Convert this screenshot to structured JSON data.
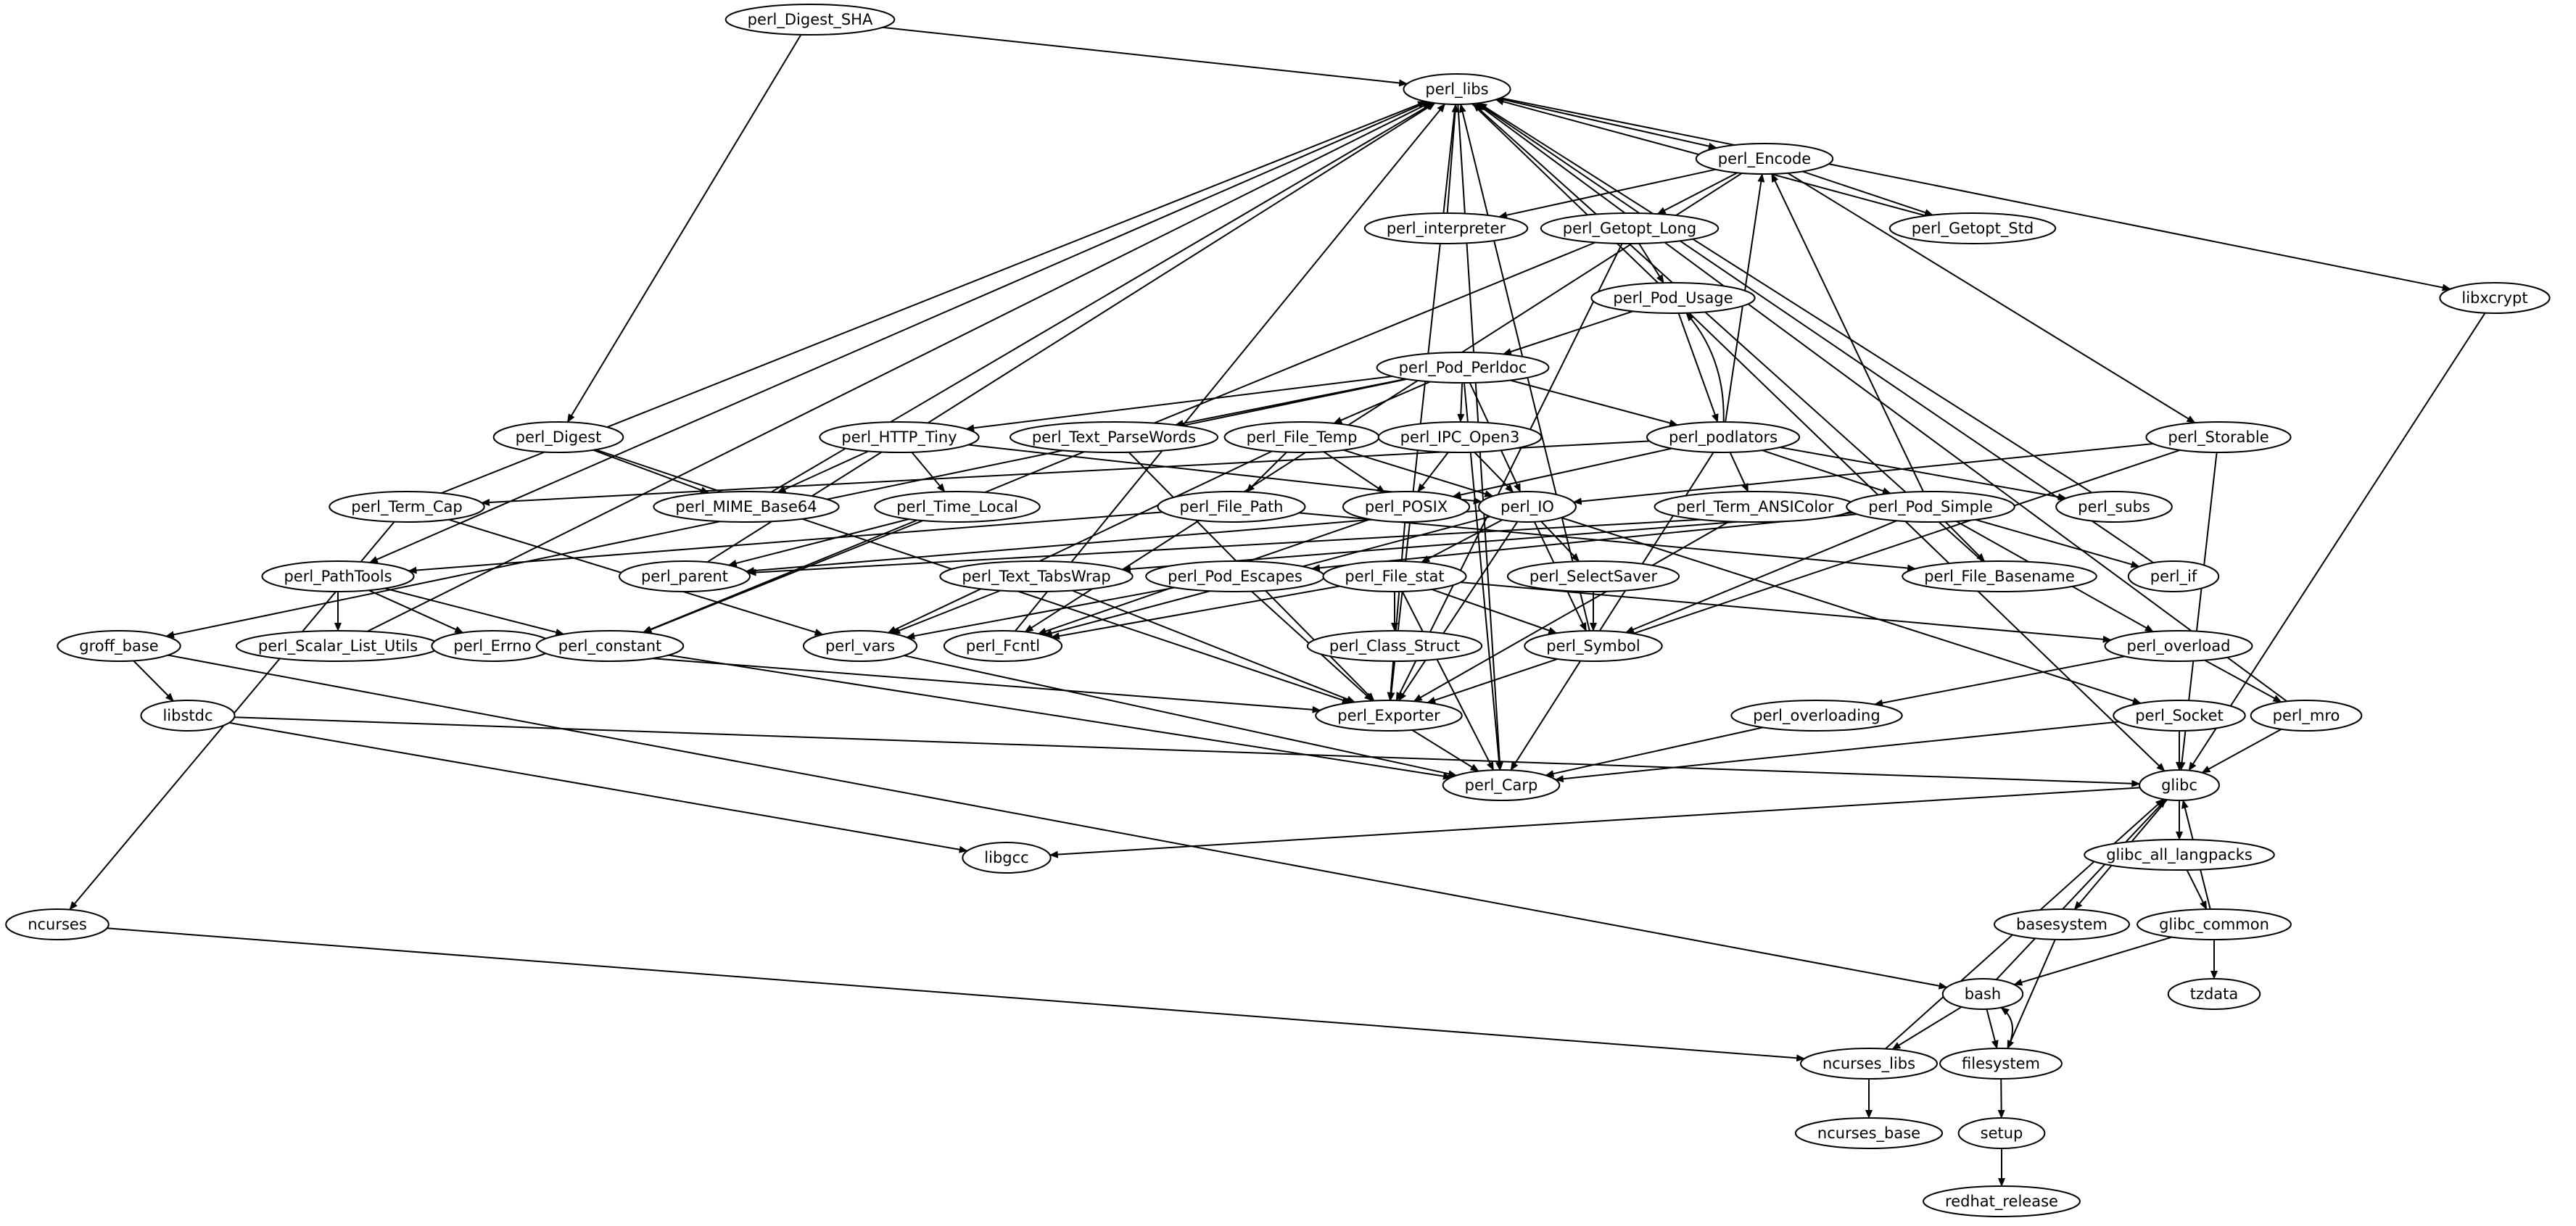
{
  "graph": {
    "type": "directed-dependency-graph",
    "nodes": [
      {
        "id": "perl_Digest_SHA",
        "label": "perl_Digest_SHA"
      },
      {
        "id": "perl_libs",
        "label": "perl_libs"
      },
      {
        "id": "perl_Encode",
        "label": "perl_Encode"
      },
      {
        "id": "perl_interpreter",
        "label": "perl_interpreter"
      },
      {
        "id": "perl_Getopt_Long",
        "label": "perl_Getopt_Long"
      },
      {
        "id": "perl_Getopt_Std",
        "label": "perl_Getopt_Std"
      },
      {
        "id": "perl_Pod_Usage",
        "label": "perl_Pod_Usage"
      },
      {
        "id": "libxcrypt",
        "label": "libxcrypt"
      },
      {
        "id": "perl_Pod_Perldoc",
        "label": "perl_Pod_Perldoc"
      },
      {
        "id": "perl_Digest",
        "label": "perl_Digest"
      },
      {
        "id": "perl_HTTP_Tiny",
        "label": "perl_HTTP_Tiny"
      },
      {
        "id": "perl_Text_ParseWords",
        "label": "perl_Text_ParseWords"
      },
      {
        "id": "perl_File_Temp",
        "label": "perl_File_Temp"
      },
      {
        "id": "perl_IPC_Open3",
        "label": "perl_IPC_Open3"
      },
      {
        "id": "perl_podlators",
        "label": "perl_podlators"
      },
      {
        "id": "perl_Storable",
        "label": "perl_Storable"
      },
      {
        "id": "perl_Term_Cap",
        "label": "perl_Term_Cap"
      },
      {
        "id": "perl_MIME_Base64",
        "label": "perl_MIME_Base64"
      },
      {
        "id": "perl_Time_Local",
        "label": "perl_Time_Local"
      },
      {
        "id": "perl_File_Path",
        "label": "perl_File_Path"
      },
      {
        "id": "perl_POSIX",
        "label": "perl_POSIX"
      },
      {
        "id": "perl_IO",
        "label": "perl_IO"
      },
      {
        "id": "perl_Term_ANSIColor",
        "label": "perl_Term_ANSIColor"
      },
      {
        "id": "perl_Pod_Simple",
        "label": "perl_Pod_Simple"
      },
      {
        "id": "perl_subs",
        "label": "perl_subs"
      },
      {
        "id": "perl_PathTools",
        "label": "perl_PathTools"
      },
      {
        "id": "perl_parent",
        "label": "perl_parent"
      },
      {
        "id": "perl_Text_TabsWrap",
        "label": "perl_Text_TabsWrap"
      },
      {
        "id": "perl_Pod_Escapes",
        "label": "perl_Pod_Escapes"
      },
      {
        "id": "perl_File_stat",
        "label": "perl_File_stat"
      },
      {
        "id": "perl_SelectSaver",
        "label": "perl_SelectSaver"
      },
      {
        "id": "perl_File_Basename",
        "label": "perl_File_Basename"
      },
      {
        "id": "perl_if",
        "label": "perl_if"
      },
      {
        "id": "groff_base",
        "label": "groff_base"
      },
      {
        "id": "perl_Scalar_List_Utils",
        "label": "perl_Scalar_List_Utils"
      },
      {
        "id": "perl_Errno",
        "label": "perl_Errno"
      },
      {
        "id": "perl_constant",
        "label": "perl_constant"
      },
      {
        "id": "perl_vars",
        "label": "perl_vars"
      },
      {
        "id": "perl_Fcntl",
        "label": "perl_Fcntl"
      },
      {
        "id": "perl_Class_Struct",
        "label": "perl_Class_Struct"
      },
      {
        "id": "perl_Symbol",
        "label": "perl_Symbol"
      },
      {
        "id": "perl_overload",
        "label": "perl_overload"
      },
      {
        "id": "libstdc",
        "label": "libstdc"
      },
      {
        "id": "perl_Exporter",
        "label": "perl_Exporter"
      },
      {
        "id": "perl_overloading",
        "label": "perl_overloading"
      },
      {
        "id": "perl_Socket",
        "label": "perl_Socket"
      },
      {
        "id": "perl_mro",
        "label": "perl_mro"
      },
      {
        "id": "perl_Carp",
        "label": "perl_Carp"
      },
      {
        "id": "glibc",
        "label": "glibc"
      },
      {
        "id": "libgcc",
        "label": "libgcc"
      },
      {
        "id": "glibc_all_langpacks",
        "label": "glibc_all_langpacks"
      },
      {
        "id": "ncurses",
        "label": "ncurses"
      },
      {
        "id": "basesystem",
        "label": "basesystem"
      },
      {
        "id": "glibc_common",
        "label": "glibc_common"
      },
      {
        "id": "bash",
        "label": "bash"
      },
      {
        "id": "tzdata",
        "label": "tzdata"
      },
      {
        "id": "ncurses_libs",
        "label": "ncurses_libs"
      },
      {
        "id": "filesystem",
        "label": "filesystem"
      },
      {
        "id": "ncurses_base",
        "label": "ncurses_base"
      },
      {
        "id": "setup",
        "label": "setup"
      },
      {
        "id": "redhat_release",
        "label": "redhat_release"
      }
    ],
    "edges": [
      [
        "perl_Digest_SHA",
        "perl_libs"
      ],
      [
        "perl_Digest_SHA",
        "perl_Digest"
      ],
      [
        "perl_libs",
        "perl_Encode"
      ],
      [
        "perl_libs",
        "perl_PathTools"
      ],
      [
        "perl_libs",
        "perl_Carp"
      ],
      [
        "perl_libs",
        "perl_Exporter"
      ],
      [
        "perl_libs",
        "libxcrypt"
      ],
      [
        "perl_libs",
        "glibc"
      ],
      [
        "perl_interpreter",
        "perl_libs"
      ],
      [
        "perl_Getopt_Std",
        "perl_libs"
      ],
      [
        "perl_Term_Cap",
        "perl_libs"
      ],
      [
        "perl_MIME_Base64",
        "perl_libs"
      ],
      [
        "perl_parent",
        "perl_libs"
      ],
      [
        "perl_Scalar_List_Utils",
        "perl_libs"
      ],
      [
        "perl_Fcntl",
        "perl_libs"
      ],
      [
        "perl_Symbol",
        "perl_libs"
      ],
      [
        "perl_subs",
        "perl_libs"
      ],
      [
        "perl_File_Basename",
        "perl_libs"
      ],
      [
        "perl_if",
        "perl_libs"
      ],
      [
        "perl_mro",
        "perl_libs"
      ],
      [
        "perl_Encode",
        "perl_interpreter"
      ],
      [
        "perl_Encode",
        "perl_Getopt_Long"
      ],
      [
        "perl_Encode",
        "perl_Getopt_Std"
      ],
      [
        "perl_Encode",
        "perl_Storable"
      ],
      [
        "perl_Encode",
        "perl_Fcntl"
      ],
      [
        "perl_Getopt_Long",
        "perl_Pod_Usage"
      ],
      [
        "perl_Getopt_Long",
        "perl_constant"
      ],
      [
        "perl_Getopt_Long",
        "perl_Exporter"
      ],
      [
        "perl_Pod_Usage",
        "perl_Pod_Perldoc"
      ],
      [
        "perl_Pod_Usage",
        "perl_podlators"
      ],
      [
        "perl_podlators",
        "perl_Pod_Usage"
      ],
      [
        "perl_podlators",
        "perl_Encode"
      ],
      [
        "perl_podlators",
        "perl_Term_Cap"
      ],
      [
        "perl_podlators",
        "perl_POSIX"
      ],
      [
        "perl_podlators",
        "perl_Term_ANSIColor"
      ],
      [
        "perl_podlators",
        "perl_Pod_Simple"
      ],
      [
        "perl_podlators",
        "perl_subs"
      ],
      [
        "perl_podlators",
        "perl_Carp"
      ],
      [
        "perl_Pod_Simple",
        "perl_Encode"
      ],
      [
        "perl_Pod_Simple",
        "perl_parent"
      ],
      [
        "perl_Pod_Simple",
        "perl_Text_TabsWrap"
      ],
      [
        "perl_Pod_Simple",
        "perl_Pod_Escapes"
      ],
      [
        "perl_Pod_Simple",
        "perl_File_Basename"
      ],
      [
        "perl_Pod_Simple",
        "perl_if"
      ],
      [
        "perl_Pod_Simple",
        "perl_Symbol"
      ],
      [
        "perl_Pod_Simple",
        "perl_overload"
      ],
      [
        "perl_Pod_Perldoc",
        "perl_HTTP_Tiny"
      ],
      [
        "perl_Pod_Perldoc",
        "perl_Text_ParseWords"
      ],
      [
        "perl_Pod_Perldoc",
        "perl_File_Temp"
      ],
      [
        "perl_Pod_Perldoc",
        "perl_IPC_Open3"
      ],
      [
        "perl_Pod_Perldoc",
        "perl_podlators"
      ],
      [
        "perl_Pod_Perldoc",
        "perl_IO"
      ],
      [
        "perl_Pod_Perldoc",
        "groff_base"
      ],
      [
        "perl_Pod_Perldoc",
        "perl_Carp"
      ],
      [
        "perl_HTTP_Tiny",
        "perl_MIME_Base64"
      ],
      [
        "perl_HTTP_Tiny",
        "perl_Time_Local"
      ],
      [
        "perl_HTTP_Tiny",
        "perl_IO"
      ],
      [
        "perl_Text_ParseWords",
        "perl_Exporter"
      ],
      [
        "perl_File_Temp",
        "perl_File_Path"
      ],
      [
        "perl_File_Temp",
        "perl_POSIX"
      ],
      [
        "perl_File_Temp",
        "perl_IO"
      ],
      [
        "perl_File_Temp",
        "perl_vars"
      ],
      [
        "perl_IPC_Open3",
        "perl_POSIX"
      ],
      [
        "perl_IPC_Open3",
        "perl_IO"
      ],
      [
        "perl_Storable",
        "perl_IO"
      ],
      [
        "perl_Storable",
        "perl_Exporter"
      ],
      [
        "perl_Storable",
        "glibc"
      ],
      [
        "perl_Digest",
        "perl_MIME_Base64"
      ],
      [
        "perl_Digest",
        "perl_Exporter"
      ],
      [
        "perl_Term_Cap",
        "ncurses"
      ],
      [
        "perl_Term_Cap",
        "perl_vars"
      ],
      [
        "perl_Time_Local",
        "perl_parent"
      ],
      [
        "perl_Time_Local",
        "perl_constant"
      ],
      [
        "perl_File_Path",
        "perl_PathTools"
      ],
      [
        "perl_File_Path",
        "perl_File_Basename"
      ],
      [
        "perl_POSIX",
        "perl_Fcntl"
      ],
      [
        "perl_POSIX",
        "perl_Exporter"
      ],
      [
        "perl_IO",
        "perl_parent"
      ],
      [
        "perl_IO",
        "perl_File_stat"
      ],
      [
        "perl_IO",
        "perl_SelectSaver"
      ],
      [
        "perl_IO",
        "perl_Symbol"
      ],
      [
        "perl_IO",
        "perl_Socket"
      ],
      [
        "perl_IO",
        "perl_Fcntl"
      ],
      [
        "perl_IO",
        "perl_Exporter"
      ],
      [
        "perl_Term_ANSIColor",
        "perl_Exporter"
      ],
      [
        "perl_PathTools",
        "perl_Scalar_List_Utils"
      ],
      [
        "perl_PathTools",
        "perl_Errno"
      ],
      [
        "perl_PathTools",
        "perl_constant"
      ],
      [
        "perl_Text_TabsWrap",
        "perl_vars"
      ],
      [
        "perl_Text_TabsWrap",
        "perl_Exporter"
      ],
      [
        "perl_Pod_Escapes",
        "perl_vars"
      ],
      [
        "perl_Pod_Escapes",
        "perl_Exporter"
      ],
      [
        "perl_File_stat",
        "perl_Class_Struct"
      ],
      [
        "perl_File_stat",
        "perl_Symbol"
      ],
      [
        "perl_File_stat",
        "perl_Fcntl"
      ],
      [
        "perl_File_stat",
        "perl_overload"
      ],
      [
        "perl_File_stat",
        "perl_Carp"
      ],
      [
        "perl_SelectSaver",
        "perl_Symbol"
      ],
      [
        "perl_Class_Struct",
        "perl_Exporter"
      ],
      [
        "perl_Errno",
        "perl_Exporter"
      ],
      [
        "perl_constant",
        "perl_Carp"
      ],
      [
        "perl_vars",
        "perl_Carp"
      ],
      [
        "perl_overload",
        "perl_overloading"
      ],
      [
        "perl_overload",
        "perl_mro"
      ],
      [
        "perl_overloading",
        "perl_Carp"
      ],
      [
        "perl_Socket",
        "perl_Carp"
      ],
      [
        "perl_Socket",
        "glibc"
      ],
      [
        "perl_mro",
        "glibc"
      ],
      [
        "perl_Exporter",
        "perl_Carp"
      ],
      [
        "groff_base",
        "libstdc"
      ],
      [
        "groff_base",
        "bash"
      ],
      [
        "libstdc",
        "libgcc"
      ],
      [
        "libstdc",
        "glibc"
      ],
      [
        "libxcrypt",
        "glibc"
      ],
      [
        "glibc",
        "libgcc"
      ],
      [
        "glibc",
        "glibc_all_langpacks"
      ],
      [
        "glibc",
        "basesystem"
      ],
      [
        "glibc_all_langpacks",
        "glibc_common"
      ],
      [
        "glibc_common",
        "glibc"
      ],
      [
        "glibc_common",
        "bash"
      ],
      [
        "glibc_common",
        "tzdata"
      ],
      [
        "bash",
        "glibc"
      ],
      [
        "bash",
        "ncurses_libs"
      ],
      [
        "bash",
        "filesystem"
      ],
      [
        "filesystem",
        "bash"
      ],
      [
        "basesystem",
        "filesystem"
      ],
      [
        "ncurses",
        "ncurses_libs"
      ],
      [
        "ncurses_libs",
        "glibc"
      ],
      [
        "ncurses_libs",
        "ncurses_base"
      ],
      [
        "filesystem",
        "setup"
      ],
      [
        "setup",
        "redhat_release"
      ]
    ]
  }
}
